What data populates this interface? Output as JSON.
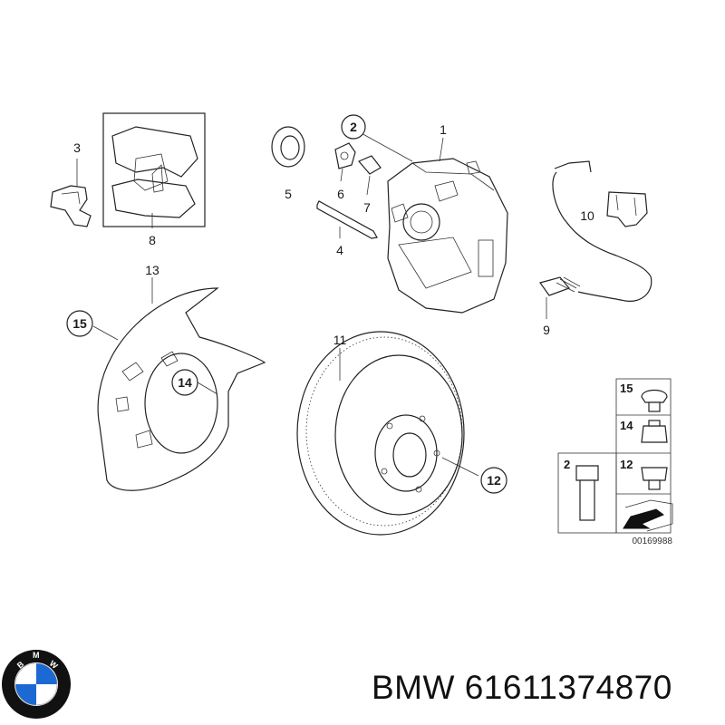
{
  "callouts": {
    "c1": "1",
    "c2": "2",
    "c3": "3",
    "c4": "4",
    "c5": "5",
    "c6": "6",
    "c7": "7",
    "c8": "8",
    "c9": "9",
    "c10": "10",
    "c11": "11",
    "c12": "12",
    "c13": "13",
    "c14": "14",
    "c15": "15"
  },
  "legend": {
    "l15": "15",
    "l14": "14",
    "l12": "12",
    "l2": "2"
  },
  "diagram_code": "00169988",
  "caption": {
    "brand": "BMW",
    "part_number": "61611374870"
  },
  "logo": {
    "letters": "BMW",
    "colors": {
      "blue": "#1c69d4",
      "white": "#ffffff",
      "black": "#111111"
    }
  }
}
